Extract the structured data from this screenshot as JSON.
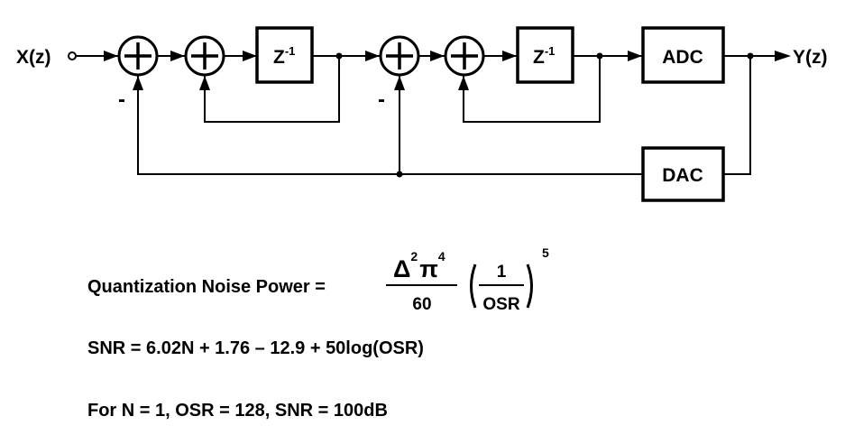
{
  "diagram": {
    "input_label": "X(z)",
    "output_label": "Y(z)",
    "delay_label": "Z",
    "delay_exponent": "-1",
    "adc_label": "ADC",
    "dac_label": "DAC",
    "minus_sign": "-"
  },
  "equations": {
    "noise_power_label": "Quantization Noise Power =",
    "delta": "Δ",
    "delta_exp": "2",
    "pi": "π",
    "pi_exp": "4",
    "denominator": "60",
    "inner_numerator": "1",
    "inner_denominator": "OSR",
    "outer_exp": "5",
    "snr_formula": "SNR = 6.02N + 1.76 – 12.9 + 50log(OSR)",
    "example": "For N = 1, OSR = 128, SNR = 100dB"
  }
}
